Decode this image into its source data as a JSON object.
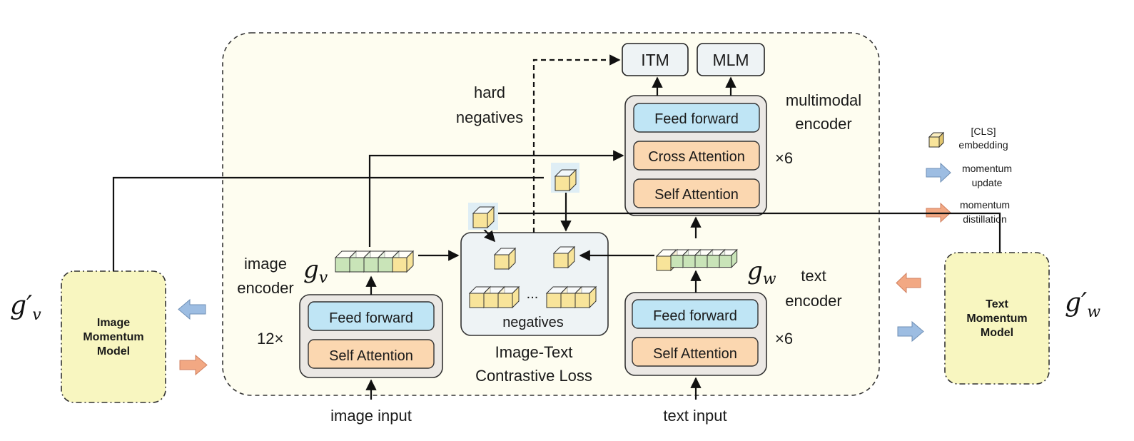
{
  "heads": {
    "itm": "ITM",
    "mlm": "MLM"
  },
  "hard_negatives": [
    "hard",
    "negatives"
  ],
  "multimodal_encoder": {
    "title": [
      "multimodal",
      "encoder"
    ],
    "layers": [
      "Feed forward",
      "Cross Attention",
      "Self Attention"
    ],
    "repeat": "×6"
  },
  "image_encoder": {
    "title": [
      "image",
      "encoder"
    ],
    "layers": [
      "Feed forward",
      "Self Attention"
    ],
    "repeat": "12×",
    "symbol": "g",
    "symbol_sub": "v"
  },
  "text_encoder": {
    "title": [
      "text",
      "encoder"
    ],
    "layers": [
      "Feed forward",
      "Self Attention"
    ],
    "repeat": "×6",
    "symbol": "g",
    "symbol_sub": "w"
  },
  "contrastive": {
    "negatives_label": "negatives",
    "ellipsis": "...",
    "caption": [
      "Image-Text",
      "Contrastive Loss"
    ]
  },
  "inputs": {
    "image": "image input",
    "text": "text input"
  },
  "image_momentum_model": {
    "lines": [
      "Image",
      "Momentum",
      "Model"
    ],
    "symbol": "g′",
    "symbol_sub": "v"
  },
  "text_momentum_model": {
    "lines": [
      "Text",
      "Momentum",
      "Model"
    ],
    "symbol": "g′",
    "symbol_sub": "w"
  },
  "legend": [
    {
      "kind": "cube",
      "lines": [
        "[CLS]",
        "embedding"
      ]
    },
    {
      "kind": "blue-arrow",
      "lines": [
        "momentum",
        "update"
      ]
    },
    {
      "kind": "orange-arrow",
      "lines": [
        "momentum",
        "distillation"
      ]
    }
  ],
  "colors": {
    "main_panel": "#fefdf0",
    "momentum_box": "#f8f6c0",
    "encoder_box": "#ebe8e4",
    "feed_forward": "#bfe5f5",
    "attention": "#fbd7b0",
    "head_box": "#eef3f5",
    "contrastive_box": "#eef3f5",
    "cls_cube": "#f8e49a",
    "token_green": "#c9e4b8",
    "blue_arrow": "#9dbde2",
    "orange_arrow": "#f2a883"
  }
}
